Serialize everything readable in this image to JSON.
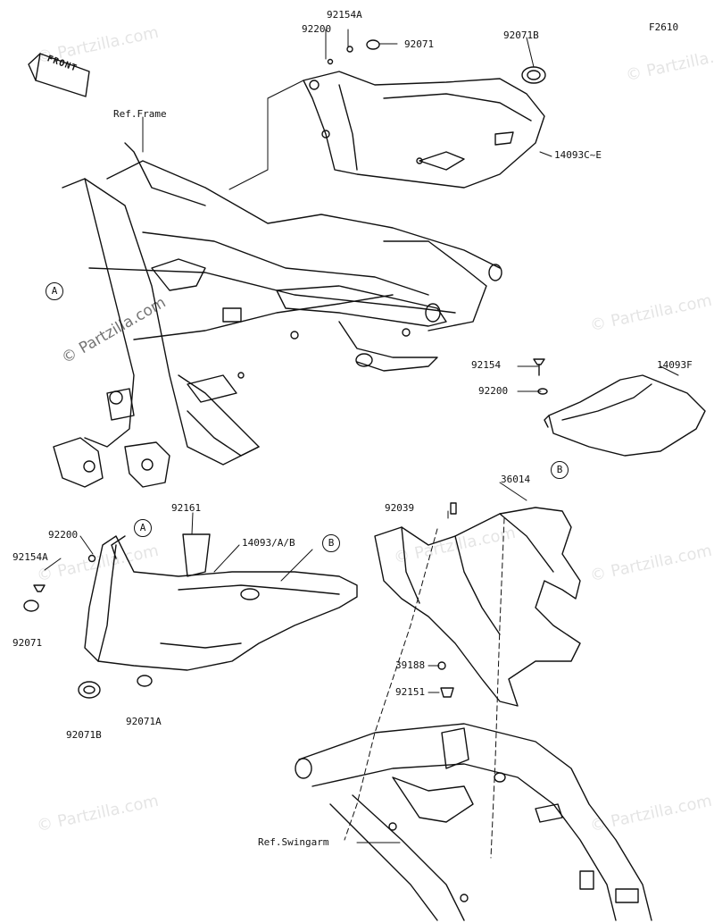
{
  "figure_code": "F2610",
  "front_label": "FRONT",
  "ref_labels": {
    "frame": "Ref.Frame",
    "swingarm": "Ref.Swingarm"
  },
  "callouts": {
    "A": "A",
    "B": "B"
  },
  "part_numbers": {
    "p92154A_top": "92154A",
    "p92200_top": "92200",
    "p92071_top": "92071",
    "p92071B_top": "92071B",
    "p14093CE": "14093C~E",
    "p92154_mid": "92154",
    "p92200_mid": "92200",
    "p14093F": "14093F",
    "p36014": "36014",
    "p92039": "92039",
    "p92161": "92161",
    "p92200_left": "92200",
    "p92154A_left": "92154A",
    "p92071_left": "92071",
    "p14093AB": "14093/A/B",
    "p92071B_bottom": "92071B",
    "p92071A": "92071A",
    "p39188": "39188",
    "p92151": "92151"
  },
  "watermark": "© Partzilla.com"
}
